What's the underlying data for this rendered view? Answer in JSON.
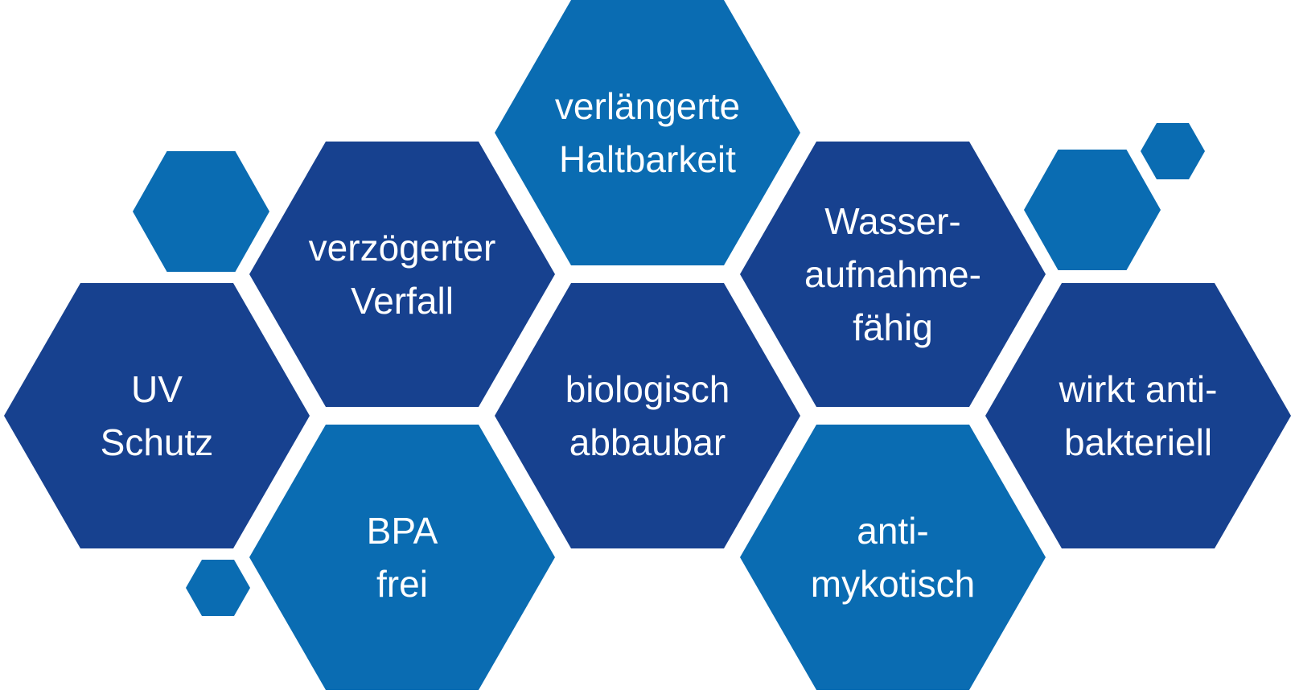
{
  "diagram": {
    "title": "",
    "background": "#ffffff",
    "colors": {
      "dark_blue": "#17418f",
      "light_blue": "#0a6cb2",
      "text": "#ffffff"
    },
    "hexagons": [
      {
        "id": "uv-schutz",
        "color": "dark_blue",
        "lines": [
          "UV",
          "Schutz"
        ]
      },
      {
        "id": "verzoegerter-verfall",
        "color": "dark_blue",
        "lines": [
          "verzögerter",
          "Verfall"
        ]
      },
      {
        "id": "bpa-frei",
        "color": "light_blue",
        "lines": [
          "BPA",
          "frei"
        ]
      },
      {
        "id": "verlaengerte-haltbarkeit",
        "color": "light_blue",
        "lines": [
          "verlängerte",
          "Haltbarkeit"
        ]
      },
      {
        "id": "biologisch-abbaubar",
        "color": "dark_blue",
        "lines": [
          "biologisch",
          "abbaubar"
        ]
      },
      {
        "id": "wasseraufnahmefaehig",
        "color": "dark_blue",
        "lines": [
          "Wasser-",
          "aufnahme-",
          "fähig"
        ]
      },
      {
        "id": "anti-mykotisch",
        "color": "light_blue",
        "lines": [
          "anti-",
          "mykotisch"
        ]
      },
      {
        "id": "wirkt-antibakteriell",
        "color": "dark_blue",
        "lines": [
          "wirkt anti-",
          "bakteriell"
        ]
      }
    ],
    "decorative_hexagons": [
      {
        "id": "deco-top-left",
        "color": "light_blue"
      },
      {
        "id": "deco-bottom-left",
        "color": "light_blue"
      },
      {
        "id": "deco-right-medium",
        "color": "light_blue"
      },
      {
        "id": "deco-right-small",
        "color": "light_blue"
      }
    ]
  }
}
